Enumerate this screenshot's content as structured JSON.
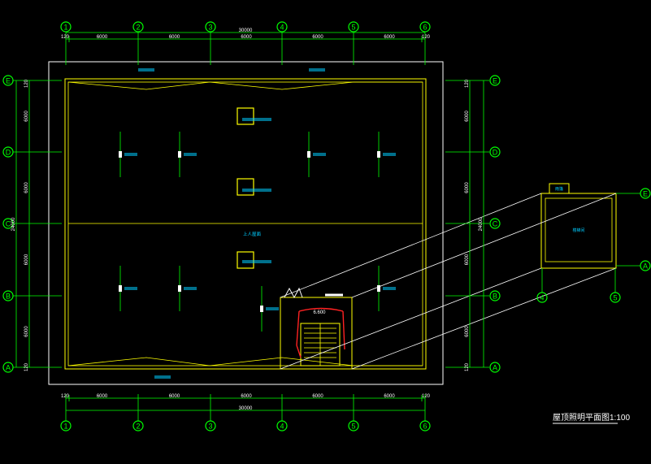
{
  "colors": {
    "background": "#000000",
    "grid": "#00ff00",
    "bubble": "#00ff00",
    "wall": "#ffff00",
    "outline": "#ffffff",
    "text": "#00ccff",
    "cable": "#ff2222"
  },
  "axes": {
    "columns": [
      "1",
      "2",
      "3",
      "4",
      "5",
      "6"
    ],
    "rows": [
      "E",
      "D",
      "C",
      "B",
      "A"
    ],
    "detail_rows": [
      "E",
      "A"
    ],
    "detail_cols": [
      "4",
      "5"
    ]
  },
  "dims": {
    "total_width": "30000",
    "total_height": "24000",
    "edge": "120",
    "bay": "6000",
    "stair_level": "6.600"
  },
  "labels": {
    "title": "屋顶照明平面图1:100",
    "roof_access": "上人屋面",
    "detail_room": "楼梯间",
    "detail_tag": "雨篷"
  },
  "icons": {
    "fixture": "roof-lamp-icon",
    "stair": "stair-icon",
    "axis": "axis-bubble-icon"
  }
}
